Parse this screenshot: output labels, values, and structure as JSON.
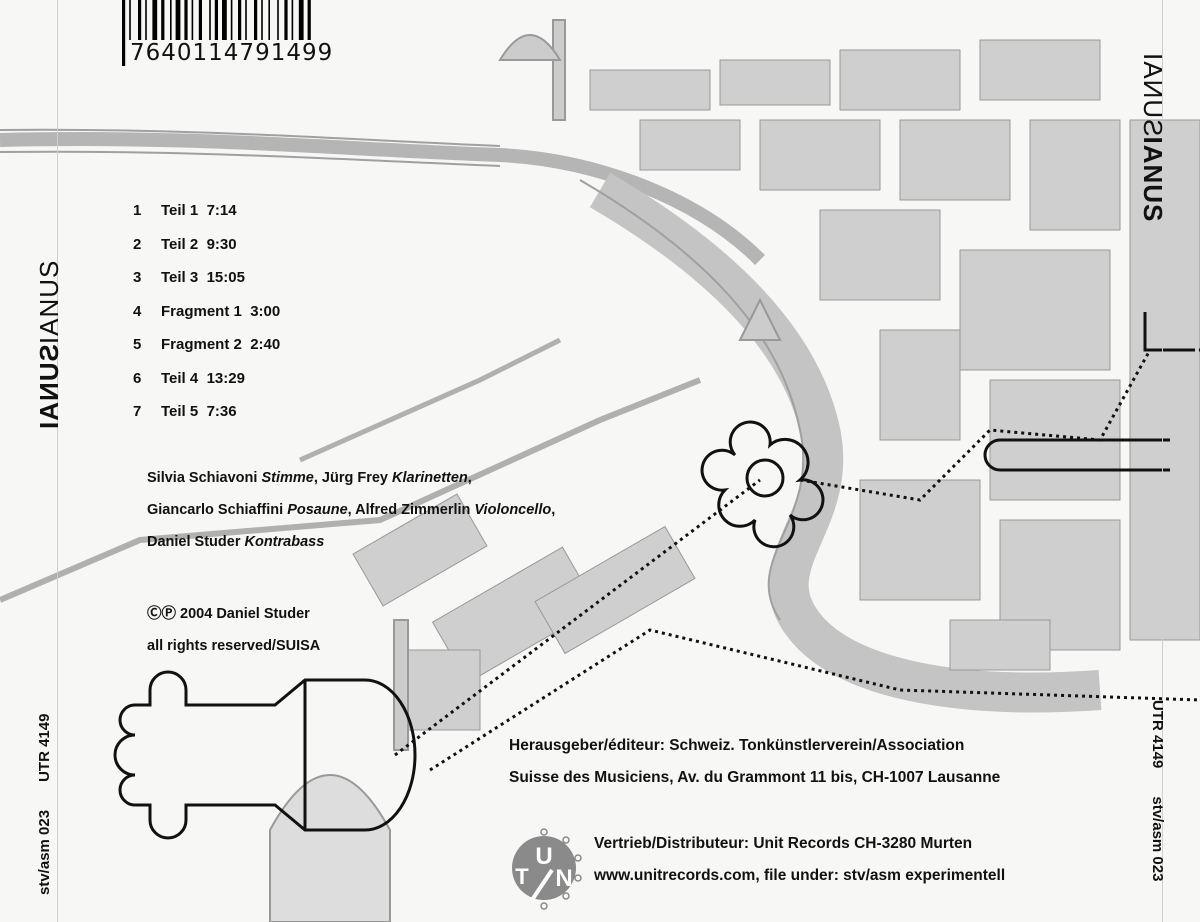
{
  "barcode": {
    "number": "7640114791499"
  },
  "spine": {
    "title_mirrored": "SUNAI",
    "title": "IANUS",
    "catalog_1": "UTR 4149",
    "catalog_2": "stv/asm 023"
  },
  "tracks": [
    {
      "number": "1",
      "title": "Teil 1",
      "duration": "7:14"
    },
    {
      "number": "2",
      "title": "Teil 2",
      "duration": "9:30"
    },
    {
      "number": "3",
      "title": "Teil 3",
      "duration": "15:05"
    },
    {
      "number": "4",
      "title": "Fragment 1",
      "duration": "3:00"
    },
    {
      "number": "5",
      "title": "Fragment 2",
      "duration": "2:40"
    },
    {
      "number": "6",
      "title": "Teil 4",
      "duration": "13:29"
    },
    {
      "number": "7",
      "title": "Teil 5",
      "duration": "7:36"
    }
  ],
  "credits": [
    {
      "name": "Silvia Schiavoni",
      "instrument": "Stimme"
    },
    {
      "name": "Jürg Frey",
      "instrument": "Klarinetten"
    },
    {
      "name": "Giancarlo Schiaffini",
      "instrument": "Posaune"
    },
    {
      "name": "Alfred Zimmerlin",
      "instrument": "Violoncello"
    },
    {
      "name": "Daniel Studer",
      "instrument": "Kontrabass"
    }
  ],
  "copyright": {
    "line1": "ⒸⓅ 2004 Daniel Studer",
    "line2": "all rights reserved/SUISA"
  },
  "publisher": {
    "line1": "Herausgeber/éditeur: Schweiz. Tonkünstlerverein/Association",
    "line2": "Suisse des Musiciens, Av. du Grammont 11 bis, CH-1007 Lausanne"
  },
  "distribution": {
    "line1": "Vertrieb/Distributeur: Unit Records CH-3280 Murten",
    "line2": "www.unitrecords.com, file under: stv/asm experimentell"
  },
  "logo": {
    "text": "UTN",
    "color": "#8a8a8a"
  },
  "colors": {
    "map": "#9a9a9a",
    "ink": "#111111"
  }
}
